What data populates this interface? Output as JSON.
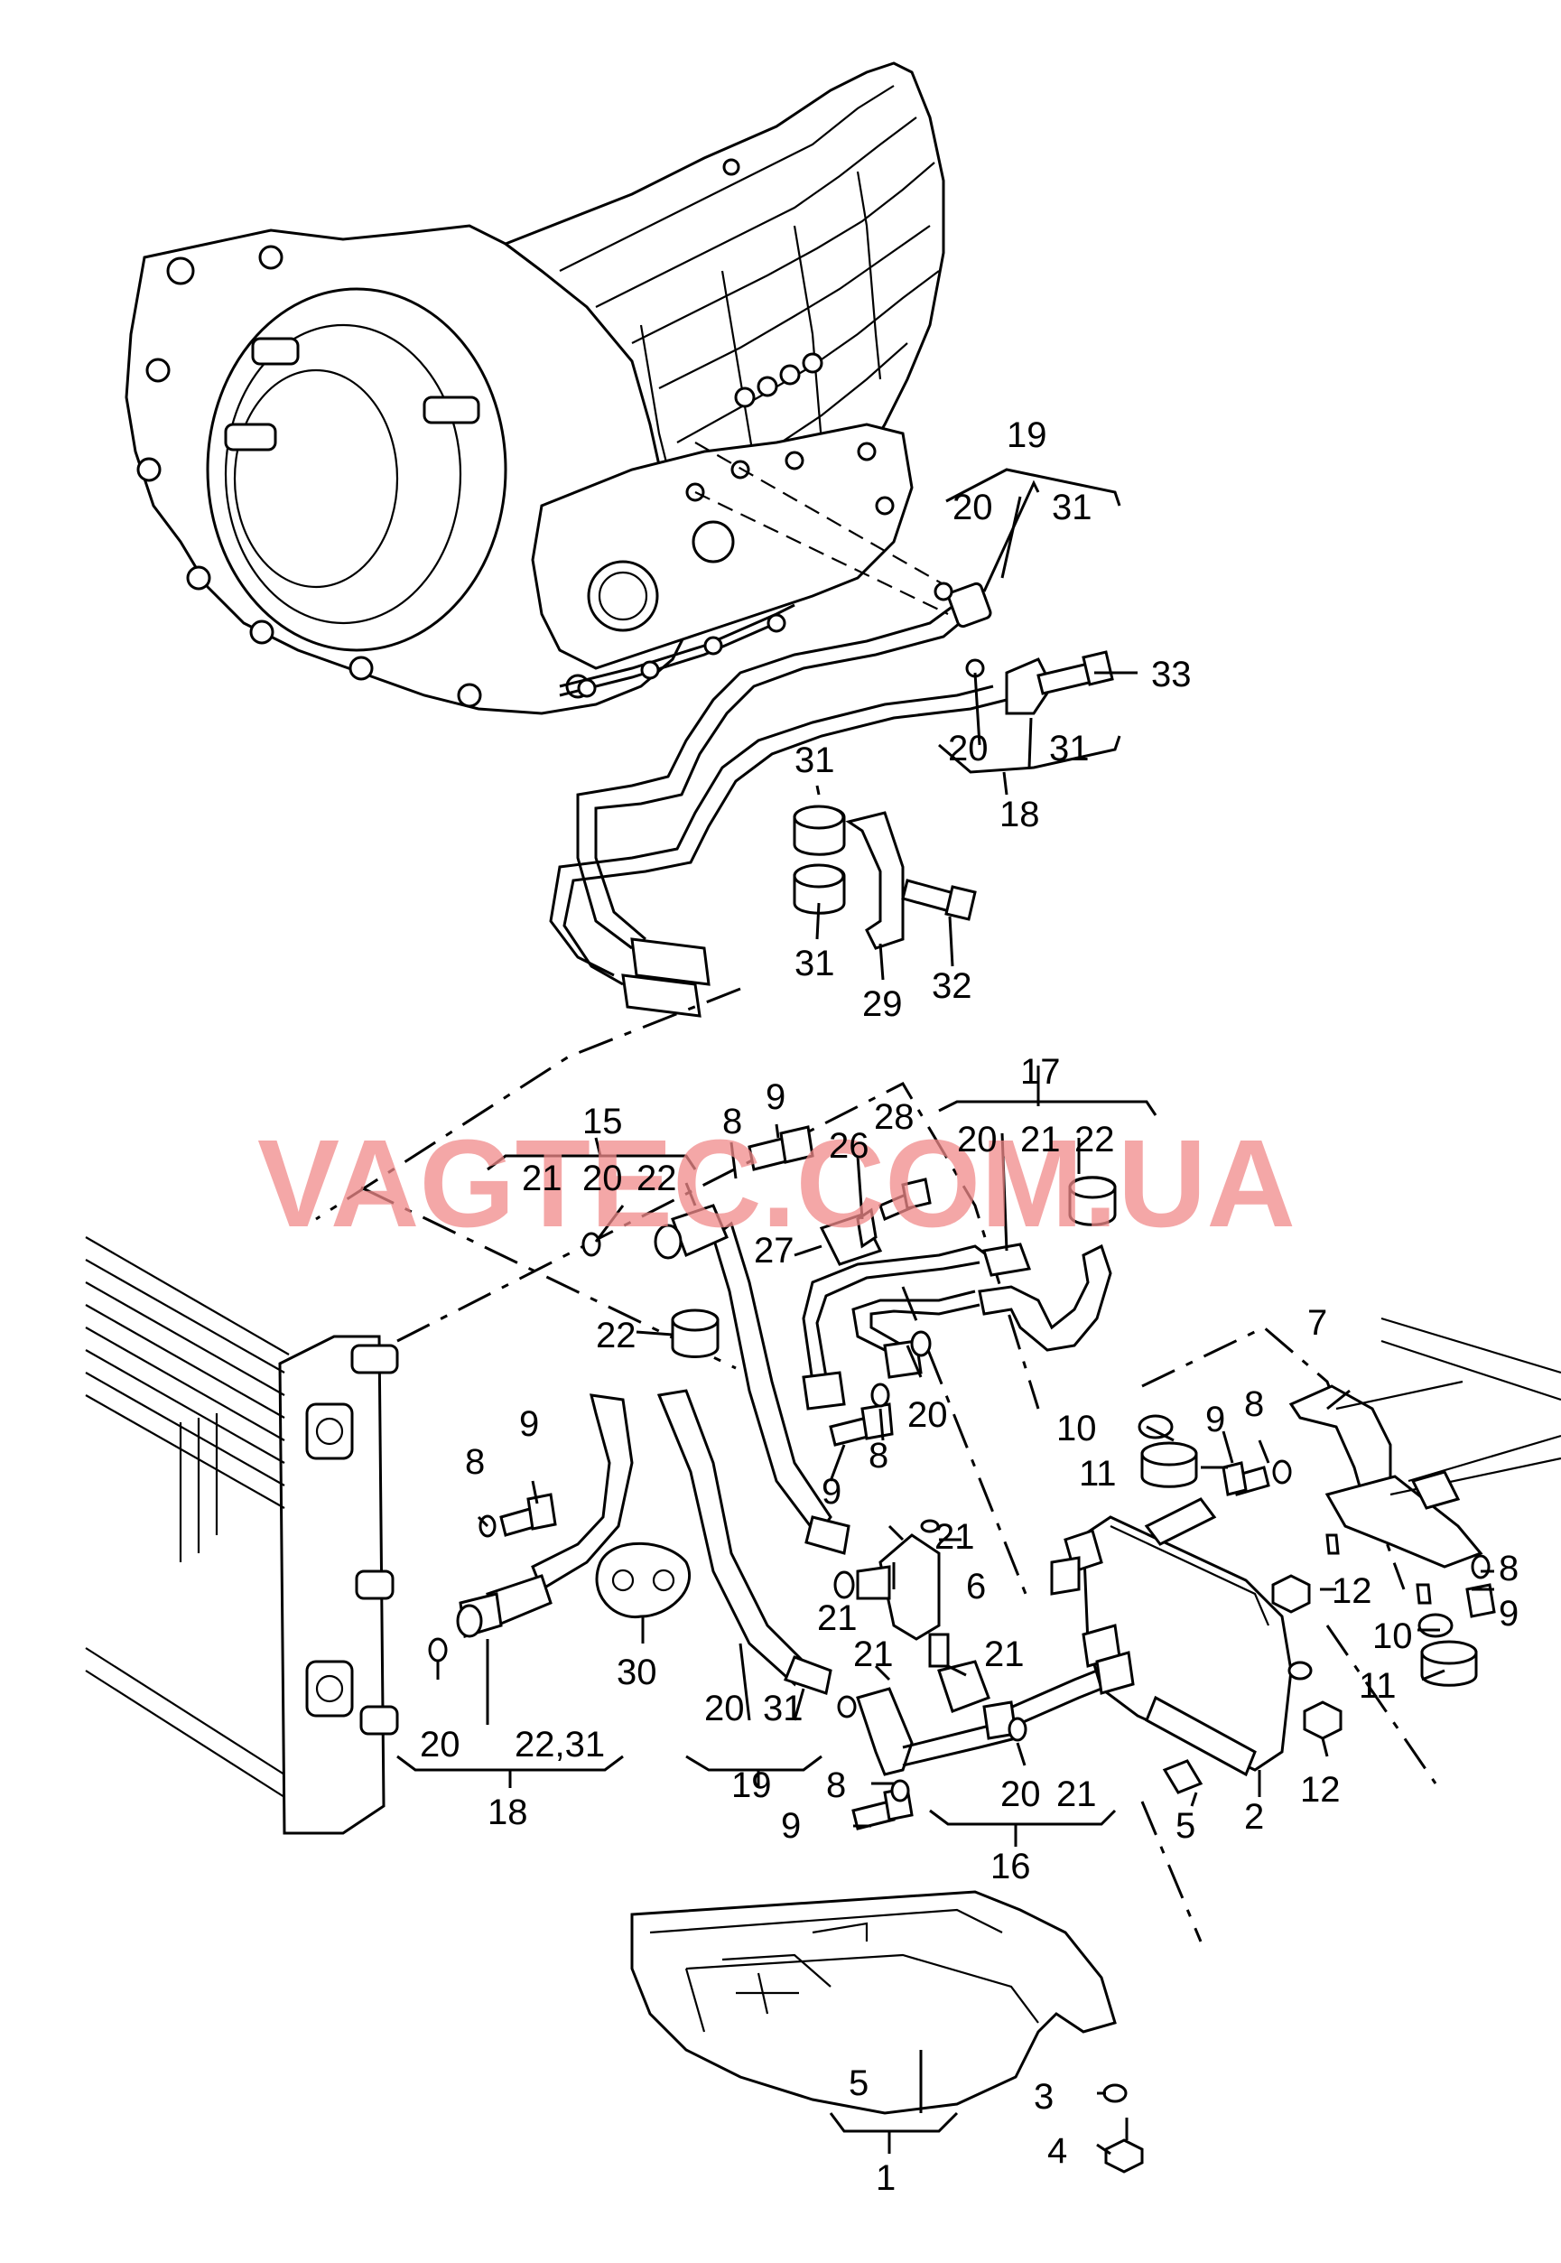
{
  "watermark": "VAGTEC.COM.UA",
  "callouts": [
    {
      "id": "c19a",
      "text": "19"
    },
    {
      "id": "c20a",
      "text": "20"
    },
    {
      "id": "c31a",
      "text": "31"
    },
    {
      "id": "c33",
      "text": "33"
    },
    {
      "id": "c20b",
      "text": "20"
    },
    {
      "id": "c31b",
      "text": "31"
    },
    {
      "id": "c18a",
      "text": "18"
    },
    {
      "id": "c31c",
      "text": "31"
    },
    {
      "id": "c31d",
      "text": "31"
    },
    {
      "id": "c29",
      "text": "29"
    },
    {
      "id": "c32",
      "text": "32"
    },
    {
      "id": "c17",
      "text": "17"
    },
    {
      "id": "c15",
      "text": "15"
    },
    {
      "id": "c8a",
      "text": "8"
    },
    {
      "id": "c9a",
      "text": "9"
    },
    {
      "id": "c28",
      "text": "28"
    },
    {
      "id": "c20c",
      "text": "20"
    },
    {
      "id": "c21a",
      "text": "21"
    },
    {
      "id": "c22a",
      "text": "22"
    },
    {
      "id": "c26",
      "text": "26"
    },
    {
      "id": "c21b",
      "text": "21"
    },
    {
      "id": "c20d",
      "text": "20"
    },
    {
      "id": "c22b",
      "text": "22"
    },
    {
      "id": "c27",
      "text": "27"
    },
    {
      "id": "c22c",
      "text": "22"
    },
    {
      "id": "c20e",
      "text": "20"
    },
    {
      "id": "c9b",
      "text": "9"
    },
    {
      "id": "c8b",
      "text": "8"
    },
    {
      "id": "c7",
      "text": "7"
    },
    {
      "id": "c10a",
      "text": "10"
    },
    {
      "id": "c9c",
      "text": "9"
    },
    {
      "id": "c8c",
      "text": "8"
    },
    {
      "id": "c11a",
      "text": "11"
    },
    {
      "id": "c9d",
      "text": "9"
    },
    {
      "id": "c8d",
      "text": "8"
    },
    {
      "id": "c21c",
      "text": "21"
    },
    {
      "id": "c6",
      "text": "6"
    },
    {
      "id": "c21d",
      "text": "21"
    },
    {
      "id": "c12a",
      "text": "12"
    },
    {
      "id": "c8e",
      "text": "8"
    },
    {
      "id": "c9e",
      "text": "9"
    },
    {
      "id": "c10b",
      "text": "10"
    },
    {
      "id": "c11b",
      "text": "11"
    },
    {
      "id": "c30",
      "text": "30"
    },
    {
      "id": "c21e",
      "text": "21"
    },
    {
      "id": "c21f",
      "text": "21"
    },
    {
      "id": "c20f",
      "text": "20"
    },
    {
      "id": "c20g",
      "text": "20"
    },
    {
      "id": "c31e",
      "text": "31"
    },
    {
      "id": "c2231",
      "text": "22,31"
    },
    {
      "id": "c18b",
      "text": "18"
    },
    {
      "id": "c19b",
      "text": "19"
    },
    {
      "id": "c8f",
      "text": "8"
    },
    {
      "id": "c20h",
      "text": "20"
    },
    {
      "id": "c21g",
      "text": "21"
    },
    {
      "id": "c2",
      "text": "2"
    },
    {
      "id": "c12b",
      "text": "12"
    },
    {
      "id": "c9f",
      "text": "9"
    },
    {
      "id": "c5a",
      "text": "5"
    },
    {
      "id": "c16",
      "text": "16"
    },
    {
      "id": "c3",
      "text": "3"
    },
    {
      "id": "c5b",
      "text": "5"
    },
    {
      "id": "c4",
      "text": "4"
    },
    {
      "id": "c1",
      "text": "1"
    }
  ]
}
